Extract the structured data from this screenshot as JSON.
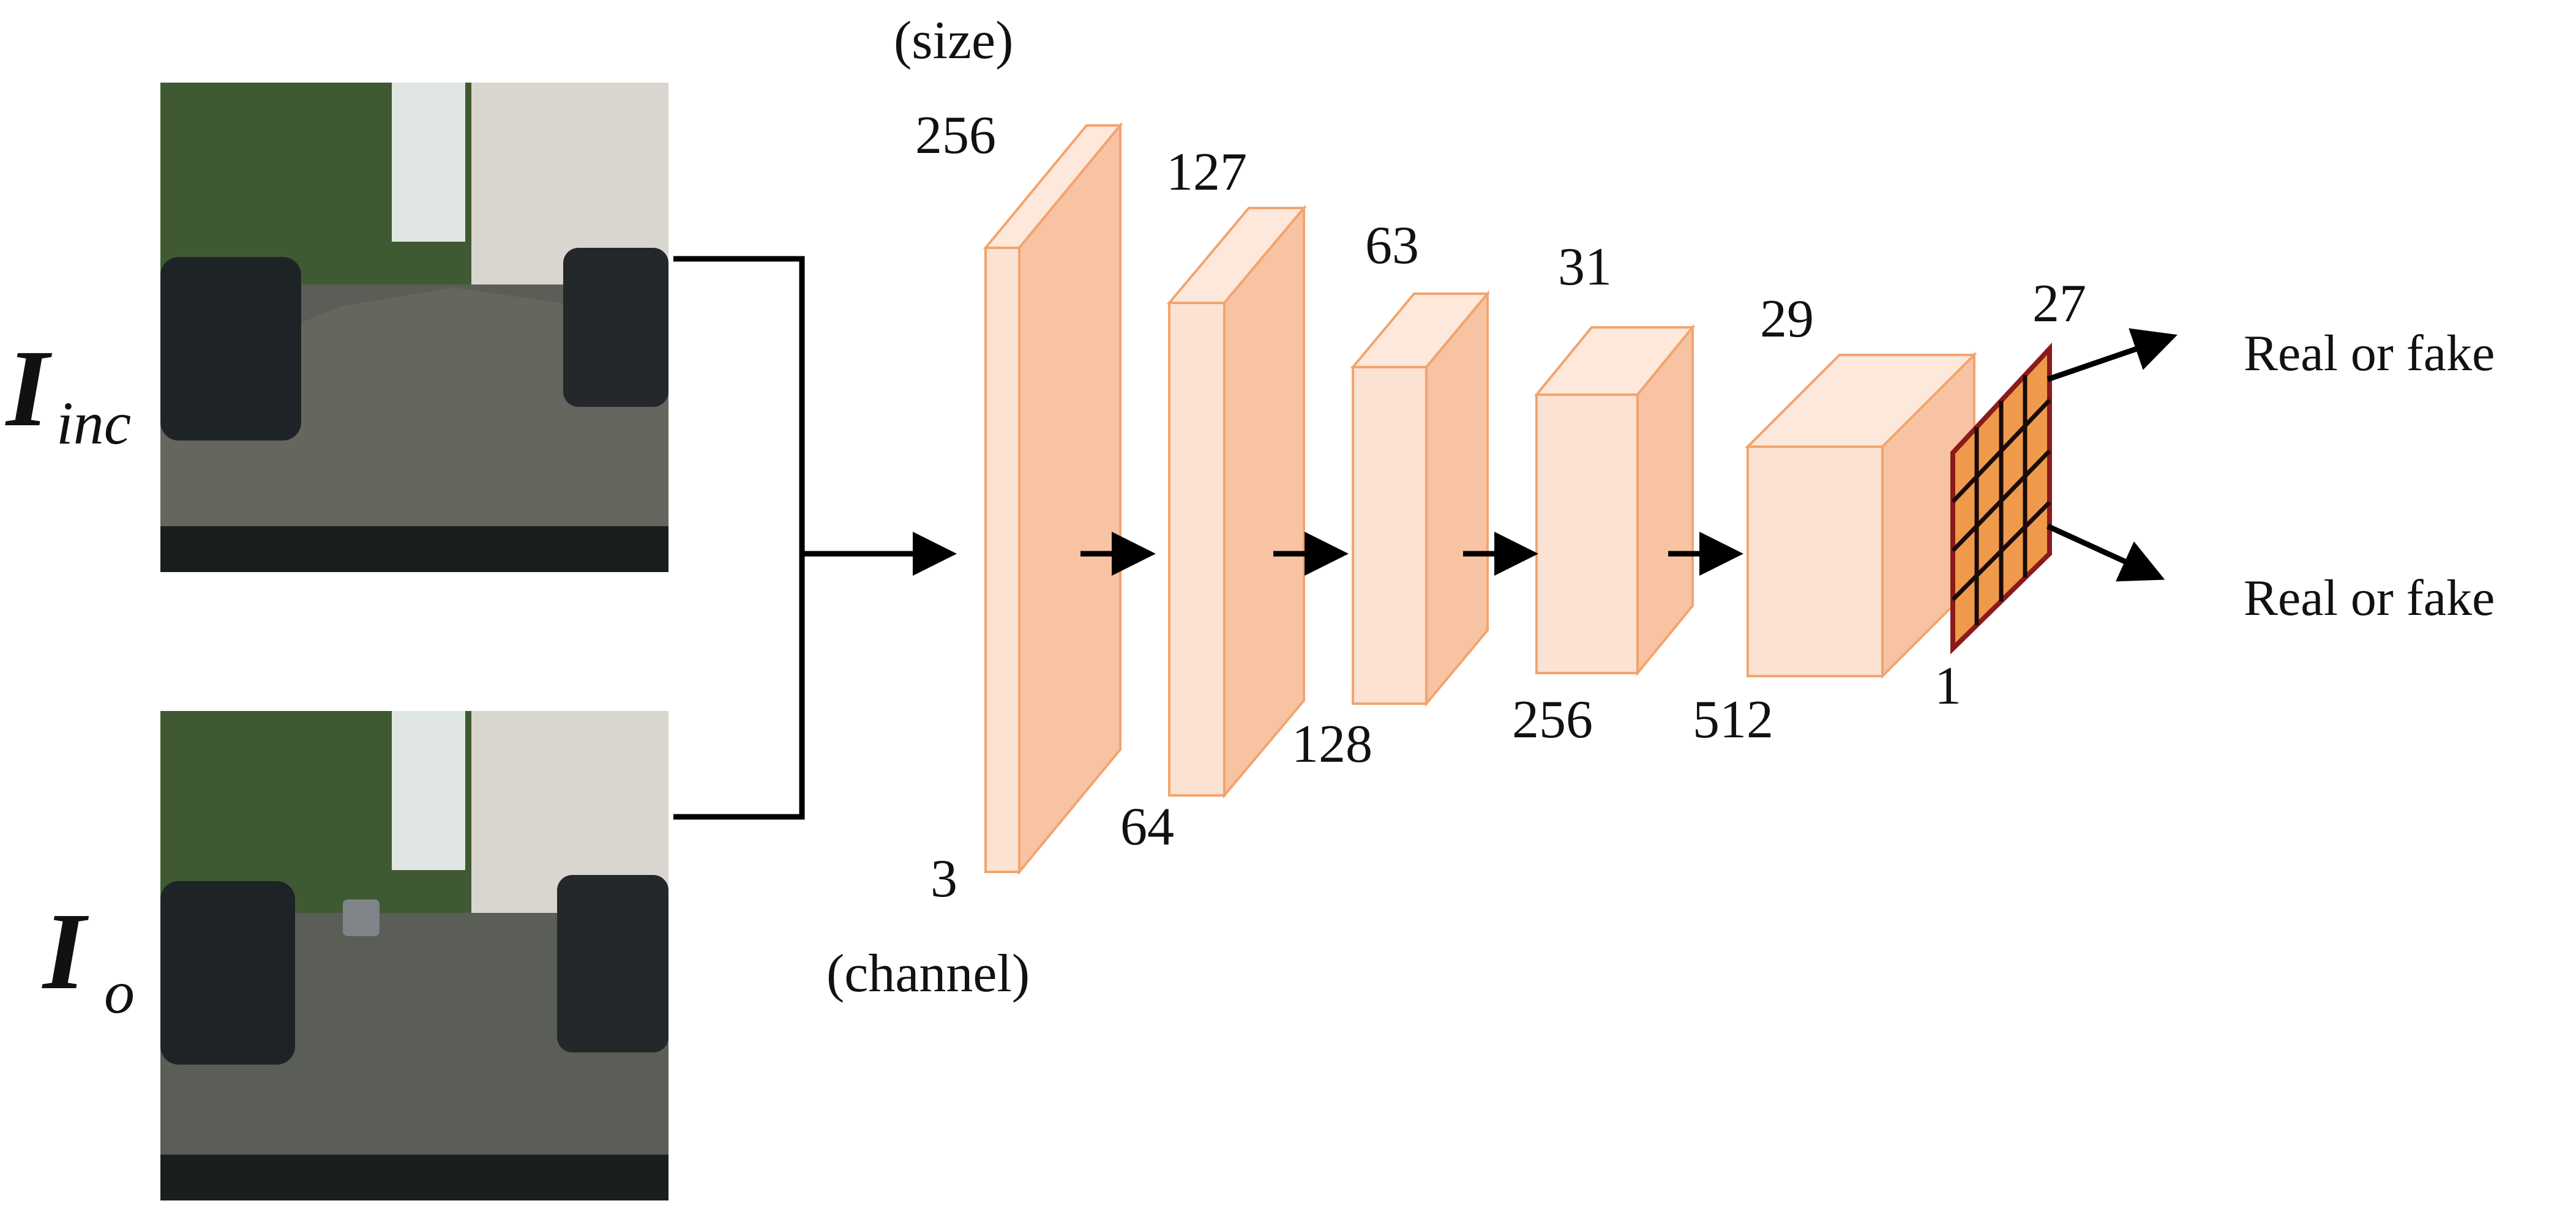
{
  "inputs": [
    {
      "symbol": "I",
      "subscript": "inc",
      "image_desc_icon": "street-scene-inpainted-image"
    },
    {
      "symbol": "I",
      "subscript": "o",
      "image_desc_icon": "street-scene-original-image"
    }
  ],
  "annotations": {
    "size_label": "(size)",
    "channel_label": "(channel)"
  },
  "layers": [
    {
      "size": "256",
      "channel": "3"
    },
    {
      "size": "127",
      "channel": "64"
    },
    {
      "size": "63",
      "channel": "128"
    },
    {
      "size": "31",
      "channel": "256"
    },
    {
      "size": "29",
      "channel": "512"
    },
    {
      "size": "27",
      "channel": "1"
    }
  ],
  "outputs": [
    {
      "label": "Real or fake"
    },
    {
      "label": "Real or fake"
    }
  ],
  "colors": {
    "block_front": "#fbe2d2",
    "block_top": "#fde8db",
    "block_side": "#f7c3a3",
    "block_edge": "#f2a46e",
    "patch_fill": "#ef9a4b",
    "patch_edge": "#8b1a1a",
    "arrow": "#000000"
  }
}
